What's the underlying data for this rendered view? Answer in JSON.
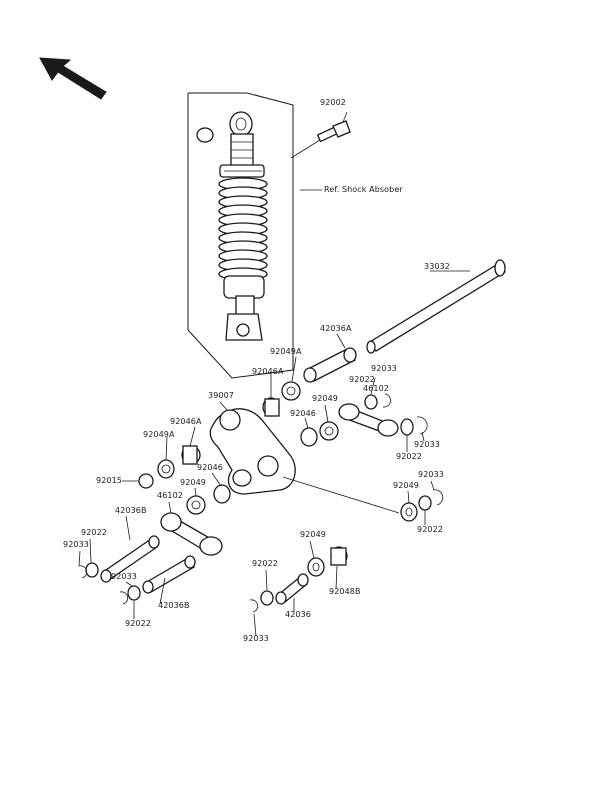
{
  "labels": {
    "p92002": "92002",
    "ref_shock": "Ref. Shock Absober",
    "p33032": "33032",
    "p42036A": "42036A",
    "p92049A_top": "92049A",
    "p92046A_top": "92046A",
    "p92022_top": "92022",
    "p92033_top": "92033",
    "p46102_right": "46102",
    "p39007": "39007",
    "p92049_mid": "92049",
    "p92046_mid": "92046",
    "p92046A_left": "92046A",
    "p92049A_left": "92049A",
    "p92033_r1": "92033",
    "p92022_r1": "92022",
    "p92015": "92015",
    "p92046_low": "92046",
    "p92049_low": "92049",
    "p46102_left": "46102",
    "p92033_r2": "92033",
    "p92049_r2": "92049",
    "p92022_r2": "92022",
    "p42036B_top": "42036B",
    "p92022_left": "92022",
    "p92033_left": "92033",
    "p92033_left2": "92033",
    "p42036B_bot": "42036B",
    "p92022_left2": "92022",
    "p92049_bot": "92049",
    "p92022_bot": "92022",
    "p92048B": "92048B",
    "p42036": "42036",
    "p92033_bot": "92033"
  },
  "icons": {
    "front_arrow": "arrow-up-left"
  }
}
